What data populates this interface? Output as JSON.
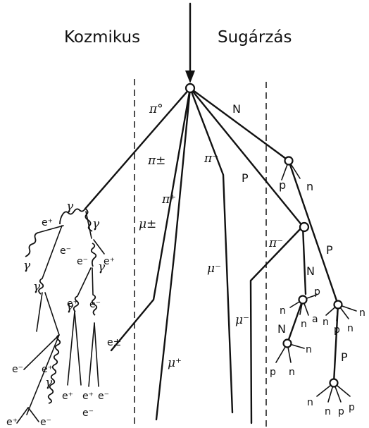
{
  "title_left": "Kozmikus",
  "title_right": "Sugárzás",
  "labels": {
    "pi0": "π°",
    "pi_pm": "π±",
    "pi_plus": "π⁺",
    "pi_minus_center": "π⁻",
    "pi_minus_right": "π⁻",
    "mu_pm": "μ±",
    "mu_minus_1": "μ⁻",
    "mu_minus_2": "μ⁻",
    "mu_plus": "μ⁺",
    "N_top": "N",
    "P_mid": "P",
    "p_1": "p",
    "n_1": "n",
    "P_right": "P",
    "N_mid": "N",
    "n_2": "n",
    "p_2": "p",
    "n_3": "n",
    "a_1": "a",
    "N_low": "N",
    "n_4": "n",
    "p_3": "p",
    "n_5": "n",
    "n_6": "n",
    "p_4": "p",
    "n_7": "n",
    "p_5": "p",
    "n_8": "n",
    "P_low": "P",
    "n_9": "n",
    "n_10": "n",
    "p_6": "p",
    "g1": "γ",
    "g2": "γ",
    "g3": "γ",
    "g4": "γ",
    "g5": "γ",
    "g6": "γ",
    "g7": "γ",
    "e_plus_1": "e⁺",
    "e_minus_1": "e⁻",
    "e_minus_2": "e⁻",
    "e_plus_2": "e⁺",
    "e_plus_3": "e⁺",
    "e_minus_3": "e⁻",
    "e_pm": "e±",
    "e_minus_4": "e⁻",
    "e_plus_4": "e⁺",
    "e_plus_5": "e⁺",
    "e_plus_6": "e⁺",
    "e_minus_5": "e⁻",
    "e_minus_6": "e⁻",
    "e_plus_7": "e⁺",
    "e_minus_7": "e⁻"
  }
}
